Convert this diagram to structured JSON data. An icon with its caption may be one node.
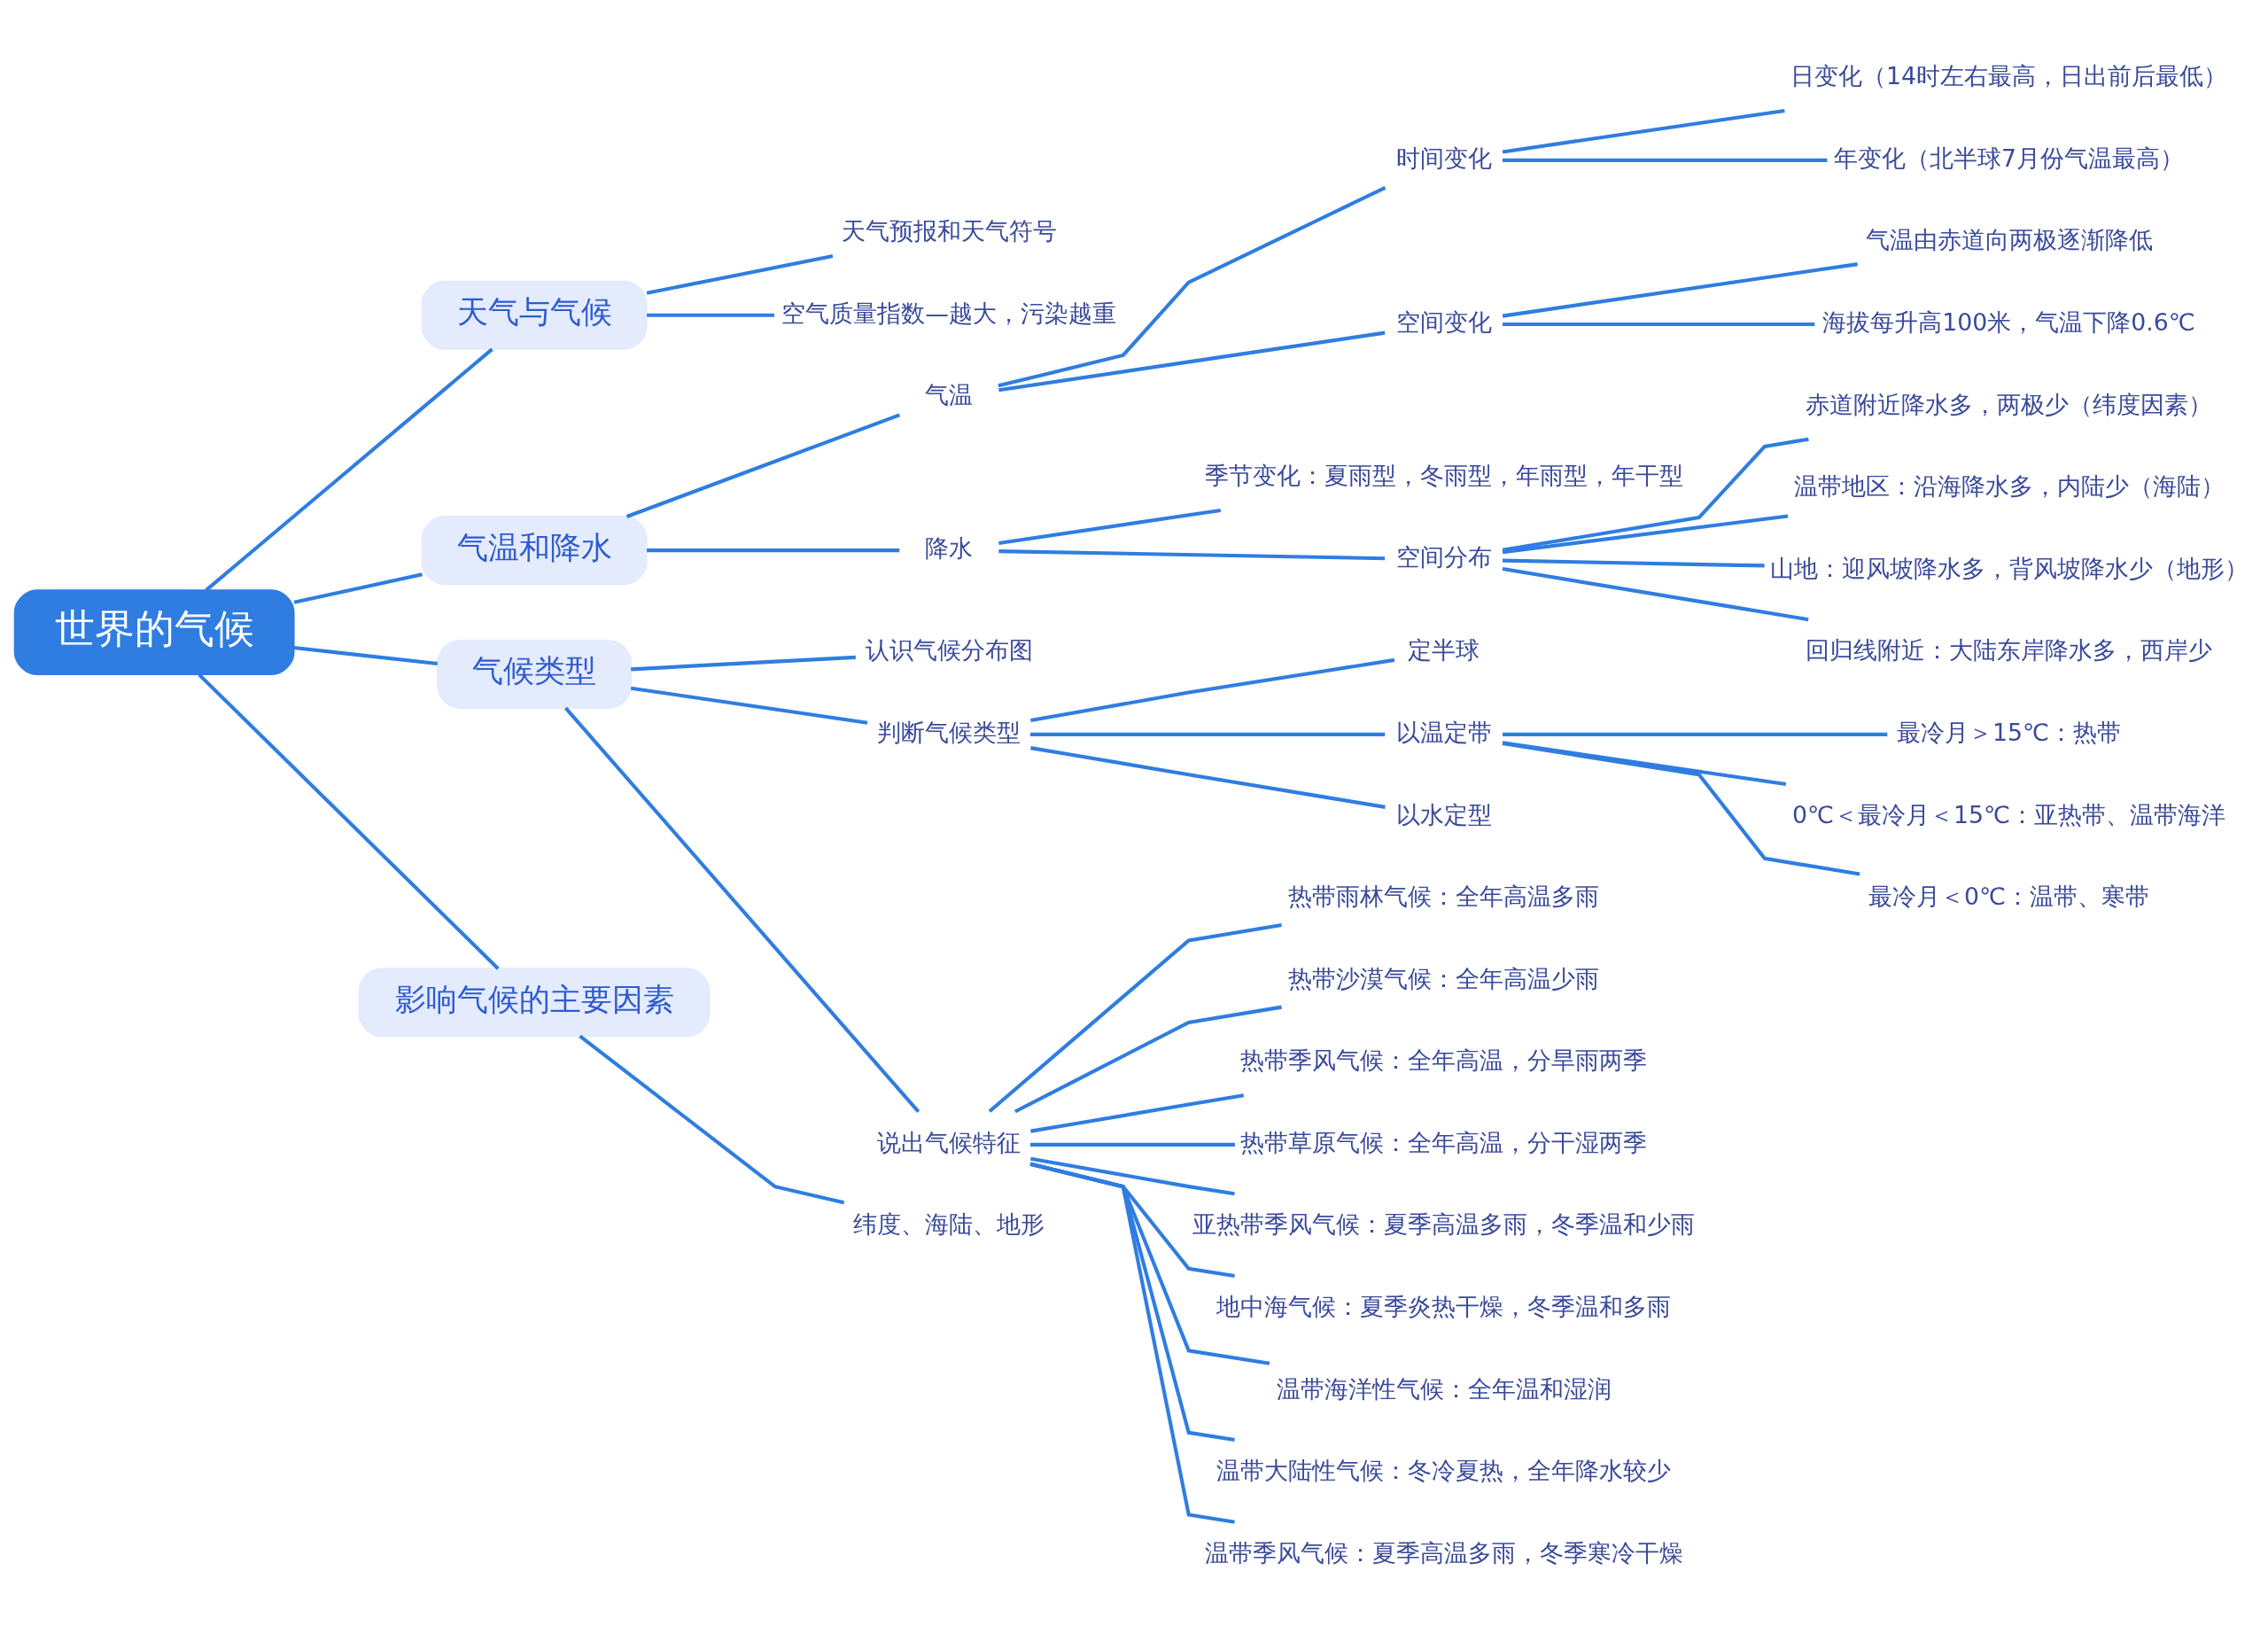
{
  "diagram": {
    "nodes": [
      {
        "text": [
          "世界的气候"
        ]
      },
      {
        "text": [
          "天气与气候"
        ]
      },
      {
        "text": [
          "天气预报和天气符号"
        ]
      },
      {
        "text": [
          "空气质量指数—越大，污染越重"
        ]
      },
      {
        "text": [
          "气温和降水"
        ]
      },
      {
        "text": [
          "气温"
        ]
      },
      {
        "text": [
          "时间变化"
        ]
      },
      {
        "text": [
          "日变化（14时左右最高，日出前后最低）"
        ]
      },
      {
        "text": [
          "年变化（北半球7月份气温最高）"
        ]
      },
      {
        "text": [
          "空间变化"
        ]
      },
      {
        "text": [
          "气温由赤道向两极逐渐降低"
        ]
      },
      {
        "text": [
          "海拔每升高100米，气温下降0.6℃"
        ]
      },
      {
        "text": [
          "降水"
        ]
      },
      {
        "text": [
          "季节变化：夏雨型，冬雨型，年雨型，年干型"
        ]
      },
      {
        "text": [
          "空间分布"
        ]
      },
      {
        "text": [
          "赤道附近降水多，两极少（纬度因素）"
        ]
      },
      {
        "text": [
          "温带地区：沿海降水多，内陆少（海陆）"
        ]
      },
      {
        "text": [
          "山地：迎风坡降水多，背风坡降水少（地形）"
        ]
      },
      {
        "text": [
          "回归线附近：大陆东岸降水多，西岸少"
        ]
      },
      {
        "text": [
          "气候类型"
        ]
      },
      {
        "text": [
          "认识气候分布图"
        ]
      },
      {
        "text": [
          "判断气候类型"
        ]
      },
      {
        "text": [
          "定半球"
        ]
      },
      {
        "text": [
          "以温定带"
        ]
      },
      {
        "text": [
          "最冷月＞15℃：热带"
        ]
      },
      {
        "text": [
          "0℃＜最冷月＜15℃：亚热带、温带海洋"
        ]
      },
      {
        "text": [
          "最冷月＜0℃：温带、寒带"
        ]
      },
      {
        "text": [
          "以水定型"
        ]
      },
      {
        "text": [
          "说出气候特征"
        ]
      },
      {
        "text": [
          "热带雨林气候：全年高温多雨"
        ]
      },
      {
        "text": [
          "热带沙漠气候：全年高温少雨"
        ]
      },
      {
        "text": [
          "热带季风气候：全年高温，分旱雨两季"
        ]
      },
      {
        "text": [
          "热带草原气候：全年高温，分干湿两季"
        ]
      },
      {
        "text": [
          "亚热带季风气候：夏季高温多雨，冬季温和少雨"
        ]
      },
      {
        "text": [
          "地中海气候：夏季炎热干燥，冬季温和多雨"
        ]
      },
      {
        "text": [
          "温带海洋性气候：全年温和湿润"
        ]
      },
      {
        "text": [
          "温带大陆性气候：冬冷夏热，全年降水较少"
        ]
      },
      {
        "text": [
          "温带季风气候：夏季高温多雨，冬季寒冷干燥"
        ]
      },
      {
        "text": [
          "影响气候的主要因素"
        ]
      },
      {
        "text": [
          "纬度、海陆、地形"
        ]
      }
    ],
    "edges": [
      {
        "from": 0,
        "to": 1,
        "arrow": "none"
      },
      {
        "from": 1,
        "to": 2,
        "arrow": "none"
      },
      {
        "from": 1,
        "to": 3,
        "arrow": "none"
      },
      {
        "from": 0,
        "to": 4,
        "arrow": "none"
      },
      {
        "from": 4,
        "to": 5,
        "arrow": "none"
      },
      {
        "from": 5,
        "to": 6,
        "arrow": "none"
      },
      {
        "from": 6,
        "to": 7,
        "arrow": "none"
      },
      {
        "from": 6,
        "to": 8,
        "arrow": "none"
      },
      {
        "from": 5,
        "to": 9,
        "arrow": "none"
      },
      {
        "from": 9,
        "to": 10,
        "arrow": "none"
      },
      {
        "from": 9,
        "to": 11,
        "arrow": "none"
      },
      {
        "from": 4,
        "to": 12,
        "arrow": "none"
      },
      {
        "from": 12,
        "to": 13,
        "arrow": "none"
      },
      {
        "from": 12,
        "to": 14,
        "arrow": "none"
      },
      {
        "from": 14,
        "to": 15,
        "arrow": "none"
      },
      {
        "from": 14,
        "to": 16,
        "arrow": "none"
      },
      {
        "from": 14,
        "to": 17,
        "arrow": "none"
      },
      {
        "from": 14,
        "to": 18,
        "arrow": "none"
      },
      {
        "from": 0,
        "to": 19,
        "arrow": "none"
      },
      {
        "from": 19,
        "to": 20,
        "arrow": "none"
      },
      {
        "from": 19,
        "to": 21,
        "arrow": "none"
      },
      {
        "from": 21,
        "to": 22,
        "arrow": "none"
      },
      {
        "from": 21,
        "to": 23,
        "arrow": "none"
      },
      {
        "from": 23,
        "to": 24,
        "arrow": "none"
      },
      {
        "from": 23,
        "to": 25,
        "arrow": "none"
      },
      {
        "from": 23,
        "to": 26,
        "arrow": "none"
      },
      {
        "from": 21,
        "to": 27,
        "arrow": "none"
      },
      {
        "from": 19,
        "to": 28,
        "arrow": "none"
      },
      {
        "from": 28,
        "to": 29,
        "arrow": "none"
      },
      {
        "from": 28,
        "to": 30,
        "arrow": "none"
      },
      {
        "from": 28,
        "to": 31,
        "arrow": "none"
      },
      {
        "from": 28,
        "to": 32,
        "arrow": "none"
      },
      {
        "from": 28,
        "to": 33,
        "arrow": "none"
      },
      {
        "from": 28,
        "to": 34,
        "arrow": "none"
      },
      {
        "from": 28,
        "to": 35,
        "arrow": "none"
      },
      {
        "from": 28,
        "to": 36,
        "arrow": "none"
      },
      {
        "from": 28,
        "to": 37,
        "arrow": "none"
      },
      {
        "from": 0,
        "to": 38,
        "arrow": "none"
      },
      {
        "from": 38,
        "to": 39,
        "arrow": "none"
      }
    ]
  }
}
